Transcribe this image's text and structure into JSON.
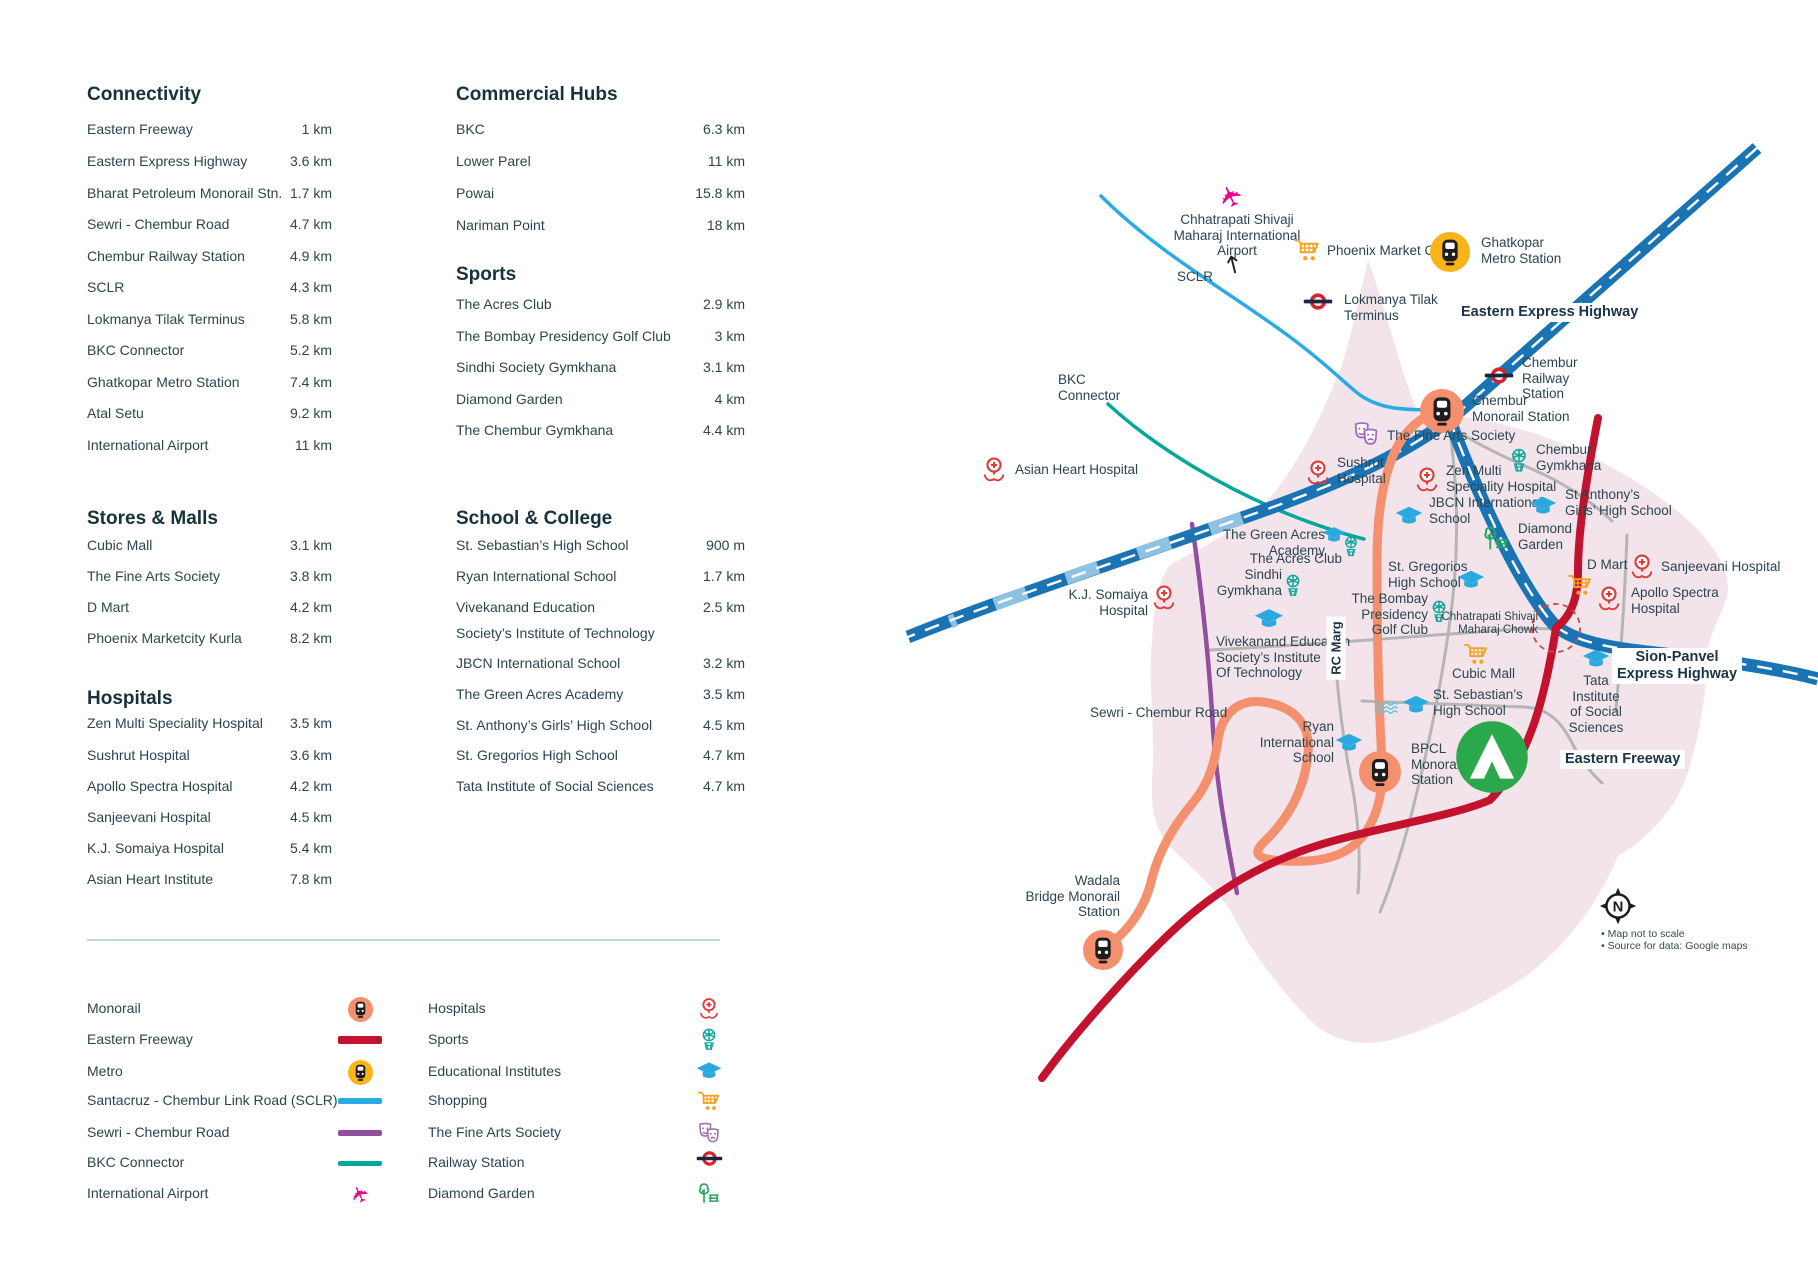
{
  "palette": {
    "text": "#2b4550",
    "heading": "#16333c",
    "road_label": "#1b3346",
    "highway_blue": "#1a74b4",
    "highway_light": "#8fc2e2",
    "sclr_cyan": "#2aabe2",
    "bkc_teal": "#00a79b",
    "sewri_purple": "#90509f",
    "freeway_red": "#c2122e",
    "monorail_salmon": "#f5906e",
    "metro_yellow": "#f9b417",
    "area_pink": "#f3e4ec",
    "grey_road": "#b5b5b5",
    "hospital_red": "#e23a34",
    "education_blue": "#2aa9e0",
    "sports_teal": "#14a79d",
    "shopping_orange": "#f9a11f",
    "arts_purple": "#9d6ab8",
    "garden_green": "#2aa65c",
    "railway_red": "#d8232a",
    "railway_navy": "#1d2545",
    "brand_green": "#2aa84b",
    "airport_pink": "#ec008c",
    "waves_blue": "#5fc4e4",
    "divider": "#bfd9d4"
  },
  "panel": {
    "sections": [
      {
        "id": "connectivity",
        "title": "Connectivity",
        "items": [
          {
            "label": "Eastern Freeway",
            "value": "1 km"
          },
          {
            "label": "Eastern Express Highway",
            "value": "3.6 km"
          },
          {
            "label": "Bharat Petroleum Monorail Stn.",
            "value": "1.7 km"
          },
          {
            "label": "Sewri - Chembur Road",
            "value": "4.7 km"
          },
          {
            "label": "Chembur Railway Station",
            "value": "4.9 km"
          },
          {
            "label": "SCLR",
            "value": "4.3 km"
          },
          {
            "label": "Lokmanya Tilak Terminus",
            "value": "5.8 km"
          },
          {
            "label": "BKC Connector",
            "value": "5.2 km"
          },
          {
            "label": "Ghatkopar Metro Station",
            "value": "7.4 km"
          },
          {
            "label": "Atal Setu",
            "value": "9.2 km"
          },
          {
            "label": "International Airport",
            "value": "11 km"
          }
        ]
      },
      {
        "id": "commercial",
        "title": "Commercial Hubs",
        "items": [
          {
            "label": "BKC",
            "value": "6.3 km"
          },
          {
            "label": "Lower Parel",
            "value": "11 km"
          },
          {
            "label": "Powai",
            "value": "15.8 km"
          },
          {
            "label": "Nariman Point",
            "value": "18 km"
          }
        ]
      },
      {
        "id": "sports",
        "title": "Sports",
        "items": [
          {
            "label": "The Acres Club",
            "value": "2.9 km"
          },
          {
            "label": "The Bombay Presidency Golf Club",
            "value": "3 km"
          },
          {
            "label": "Sindhi Society Gymkhana",
            "value": "3.1 km"
          },
          {
            "label": "Diamond Garden",
            "value": "4 km"
          },
          {
            "label": "The Chembur Gymkhana",
            "value": "4.4 km"
          }
        ]
      },
      {
        "id": "stores",
        "title": "Stores & Malls",
        "items": [
          {
            "label": "Cubic Mall",
            "value": "3.1 km"
          },
          {
            "label": "The Fine Arts Society",
            "value": "3.8 km"
          },
          {
            "label": "D Mart",
            "value": "4.2 km"
          },
          {
            "label": "Phoenix Marketcity Kurla",
            "value": "8.2 km"
          }
        ]
      },
      {
        "id": "school",
        "title": "School & College",
        "items": [
          {
            "label": "St. Sebastian’s High School",
            "value": "900 m"
          },
          {
            "label": "Ryan International School",
            "value": "1.7 km"
          },
          {
            "label": "Vivekanand Education",
            "value": "2.5 km"
          },
          {
            "label": "Society’s Institute of Technology",
            "value": ""
          },
          {
            "label": "JBCN International School",
            "value": "3.2 km"
          },
          {
            "label": "The Green Acres Academy",
            "value": "3.5 km"
          },
          {
            "label": "St. Anthony’s Girls’ High School",
            "value": "4.5 km"
          },
          {
            "label": "St. Gregorios High School",
            "value": "4.7 km"
          },
          {
            "label": "Tata Institute of Social Sciences",
            "value": "4.7 km"
          }
        ]
      },
      {
        "id": "hospitals",
        "title": "Hospitals",
        "items": [
          {
            "label": "Zen Multi Speciality Hospital",
            "value": "3.5 km"
          },
          {
            "label": "Sushrut Hospital",
            "value": "3.6 km"
          },
          {
            "label": "Apollo Spectra Hospital",
            "value": "4.2 km"
          },
          {
            "label": "Sanjeevani Hospital",
            "value": "4.5 km"
          },
          {
            "label": "K.J. Somaiya Hospital",
            "value": "5.4 km"
          },
          {
            "label": "Asian Heart Institute",
            "value": "7.8 km"
          }
        ]
      }
    ]
  },
  "legend": {
    "routes": [
      {
        "label": "Monorail",
        "icon": "monorail-icon"
      },
      {
        "label": "Eastern Freeway",
        "swatch": "freeway"
      },
      {
        "label": "Metro",
        "icon": "metro-icon"
      },
      {
        "label": "Santacruz - Chembur Link Road (SCLR)",
        "swatch": "sclr"
      },
      {
        "label": "Sewri - Chembur Road",
        "swatch": "sewri"
      },
      {
        "label": "BKC Connector",
        "swatch": "bkc"
      },
      {
        "label": "International Airport",
        "icon": "plane-icon"
      }
    ],
    "places": [
      {
        "label": "Hospitals",
        "icon": "hospital-pin-icon"
      },
      {
        "label": "Sports",
        "icon": "sports-icon"
      },
      {
        "label": "Educational Institutes",
        "icon": "edu-cap-icon"
      },
      {
        "label": "Shopping",
        "icon": "cart-icon"
      },
      {
        "label": "The Fine Arts Society",
        "icon": "masks-icon"
      },
      {
        "label": "Railway Station",
        "icon": "railway-roundel-icon"
      },
      {
        "label": "Diamond Garden",
        "icon": "garden-icon"
      }
    ]
  },
  "map": {
    "compass_letter": "N",
    "notes": [
      "• Map not to scale",
      "• Source for data: Google maps"
    ],
    "pois": [
      {
        "id": "airport",
        "icon": [
          "plane-icon"
        ],
        "lines": [
          "Chhatrapati Shivaji",
          "Maharaj International",
          "Airport"
        ]
      },
      {
        "id": "airport-arrow",
        "icon": [
          "arrow-up-icon"
        ]
      },
      {
        "id": "sclr",
        "lines": [
          "SCLR"
        ]
      },
      {
        "id": "phoenix",
        "icon": [
          "cart-icon"
        ],
        "lines": [
          "Phoenix Market City"
        ]
      },
      {
        "id": "ghatkopar",
        "icon": [
          "metro-icon"
        ],
        "lines": [
          "Ghatkopar",
          "Metro Station"
        ]
      },
      {
        "id": "ltt",
        "icon": [
          "railway-roundel-icon"
        ],
        "lines": [
          "Lokmanya Tilak",
          "Terminus"
        ]
      },
      {
        "id": "eeh-label",
        "lines": [
          "Eastern Express Highway"
        ]
      },
      {
        "id": "chembur-rail",
        "icon": [
          "railway-roundel-icon"
        ],
        "lines": [
          "Chembur",
          "Railway",
          "Station"
        ]
      },
      {
        "id": "chembur-mono",
        "icon": [
          "monorail-icon"
        ],
        "lines": [
          "Chembur",
          "Monorail Station"
        ]
      },
      {
        "id": "fine-arts",
        "icon": [
          "masks-icon"
        ],
        "lines": [
          "The Fine Arts Society"
        ]
      },
      {
        "id": "bkc-conn",
        "lines": [
          "BKC",
          "Connector"
        ]
      },
      {
        "id": "asian-heart",
        "icon": [
          "hospital-pin-icon"
        ],
        "lines": [
          "Asian Heart Hospital"
        ]
      },
      {
        "id": "sushrut",
        "icon": [
          "hospital-pin-icon"
        ],
        "lines": [
          "Sushrut",
          "Hospital"
        ]
      },
      {
        "id": "zen",
        "icon": [
          "hospital-pin-icon"
        ],
        "lines": [
          "Zen Multi",
          "Speciality Hospital"
        ]
      },
      {
        "id": "jbcn",
        "icon": [
          "edu-cap-icon"
        ],
        "lines": [
          "JBCN International",
          "School"
        ]
      },
      {
        "id": "chembur-gym",
        "icon": [
          "sports-icon"
        ],
        "lines": [
          "Chembur",
          "Gymkhana"
        ]
      },
      {
        "id": "st-anthony",
        "icon": [
          "edu-cap-icon"
        ],
        "lines": [
          "St Anthony’s",
          "Girls’ High School"
        ]
      },
      {
        "id": "diamond",
        "icon": [
          "garden-icon"
        ],
        "lines": [
          "Diamond",
          "Garden"
        ]
      },
      {
        "id": "green-acres",
        "icon": [
          "edu-cap-icon",
          "sports-icon"
        ],
        "lines": [
          "The Green Acres",
          "Academy"
        ]
      },
      {
        "id": "acres-club",
        "lines": [
          "The Acres Club"
        ]
      },
      {
        "id": "sindhi",
        "icon": [
          "sports-icon"
        ],
        "lines": [
          "Sindhi",
          "Gymkhana"
        ]
      },
      {
        "id": "gregorios",
        "icon": [
          "edu-cap-icon"
        ],
        "lines": [
          "St. Gregorios",
          "High School"
        ]
      },
      {
        "id": "golf",
        "icon": [
          "sports-icon"
        ],
        "lines": [
          "The Bombay",
          "Presidency",
          "Golf Club"
        ]
      },
      {
        "id": "kj",
        "icon": [
          "hospital-pin-icon"
        ],
        "lines": [
          "K.J. Somaiya",
          "Hospital"
        ]
      },
      {
        "id": "vivekanand",
        "icon": [
          "edu-cap-icon"
        ],
        "lines": [
          "Vivekanand Education",
          "Society’s Institute",
          "Of Technology"
        ]
      },
      {
        "id": "rc-marg",
        "lines": [
          "RC Marg"
        ]
      },
      {
        "id": "chowk",
        "lines": [
          "Chhatrapati Shivaji",
          "Maharaj Chowk"
        ]
      },
      {
        "id": "dmart",
        "icon": [
          "cart-icon"
        ],
        "lines": [
          "D Mart"
        ]
      },
      {
        "id": "sanjeevani",
        "icon": [
          "hospital-pin-icon"
        ],
        "lines": [
          "Sanjeevani Hospital"
        ]
      },
      {
        "id": "apollo",
        "icon": [
          "hospital-pin-icon"
        ],
        "lines": [
          "Apollo Spectra",
          "Hospital"
        ]
      },
      {
        "id": "sion-label",
        "lines": [
          "Sion-Panvel",
          "Express Highway"
        ]
      },
      {
        "id": "cubic",
        "icon": [
          "cart-icon"
        ],
        "lines": [
          "Cubic Mall"
        ]
      },
      {
        "id": "sebastian",
        "icon": [
          "waves-icon",
          "edu-cap-icon"
        ],
        "lines": [
          "St. Sebastian’s",
          "High School"
        ]
      },
      {
        "id": "ryan",
        "icon": [
          "edu-cap-icon"
        ],
        "lines": [
          "Ryan",
          "International",
          "School"
        ]
      },
      {
        "id": "bpcl",
        "icon": [
          "monorail-icon"
        ],
        "lines": [
          "BPCL",
          "Monorail",
          "Station"
        ]
      },
      {
        "id": "logo",
        "icon": [
          "brand-logo-icon"
        ]
      },
      {
        "id": "efree-label",
        "lines": [
          "Eastern Freeway"
        ]
      },
      {
        "id": "tata",
        "icon": [
          "edu-cap-icon"
        ],
        "lines": [
          "Tata",
          "Institute",
          "of Social",
          "Sciences"
        ]
      },
      {
        "id": "sewri-label",
        "lines": [
          "Sewri - Chembur Road"
        ]
      },
      {
        "id": "wadala",
        "icon": [
          "monorail-icon"
        ],
        "lines": [
          "Wadala",
          "Bridge Monorail",
          "Station"
        ]
      },
      {
        "id": "compass",
        "icon": [
          "compass-icon"
        ]
      },
      {
        "id": "notes",
        "lines": [
          "• Map not to scale",
          "• Source for data: Google maps"
        ]
      }
    ]
  }
}
